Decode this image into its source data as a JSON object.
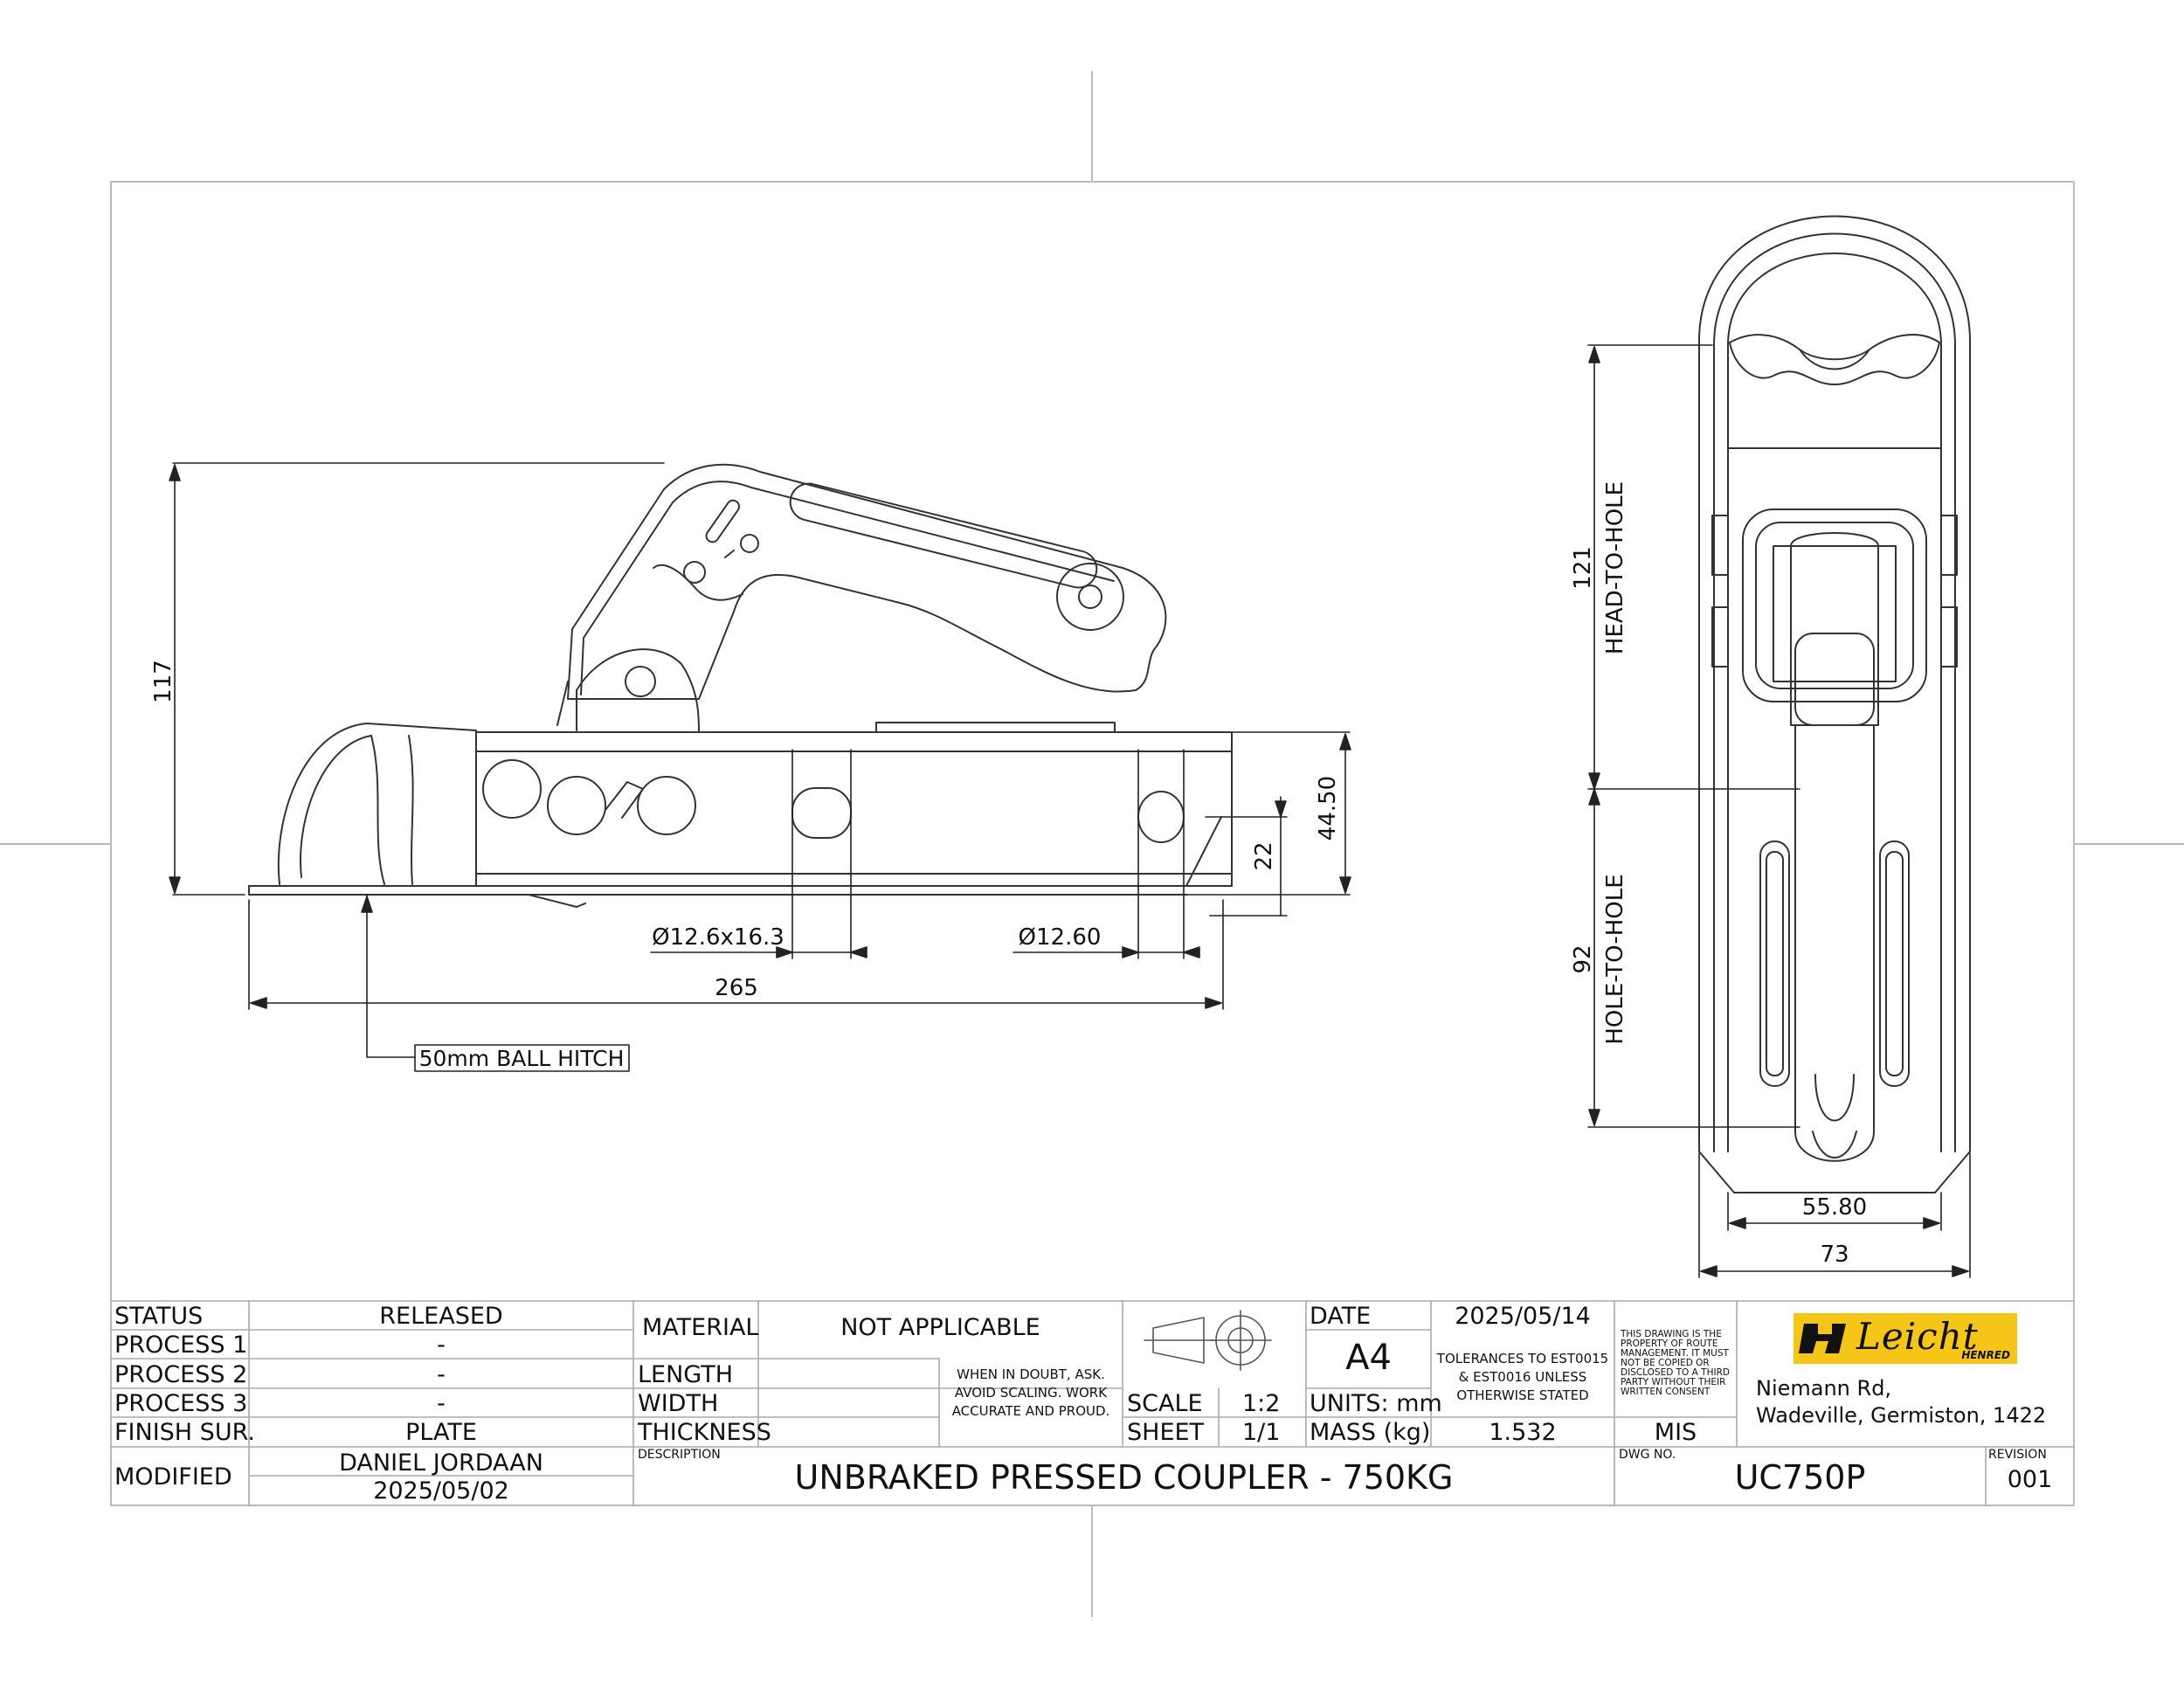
{
  "drawing": {
    "dimensions": {
      "overall_height": "117",
      "overall_length": "265",
      "body_height": "44.50",
      "hole_height": "22",
      "slot_hole": "Ø12.6x16.3",
      "round_hole": "Ø12.60",
      "head_to_hole_value": "121",
      "head_to_hole_label": "HEAD-TO-HOLE",
      "hole_to_hole_value": "92",
      "hole_to_hole_label": "HOLE-TO-HOLE",
      "inner_width": "55.80",
      "outer_width": "73"
    },
    "callout": "50mm BALL HITCH"
  },
  "title_block": {
    "status_label": "STATUS",
    "status_value": "RELEASED",
    "process1_label": "PROCESS 1",
    "process1_value": "-",
    "process2_label": "PROCESS 2",
    "process2_value": "-",
    "process3_label": "PROCESS 3",
    "process3_value": "-",
    "finish_label": "FINISH SUR.",
    "finish_value": "PLATE",
    "modified_label": "MODIFIED",
    "modified_by": "DANIEL JORDAAN",
    "modified_date": "2025/05/02",
    "material_label": "MATERIAL",
    "material_value": "NOT APPLICABLE",
    "length_label": "LENGTH",
    "width_label": "WIDTH",
    "thickness_label": "THICKNESS",
    "doubt_note": "WHEN IN DOUBT, ASK. AVOID SCALING. WORK ACCURATE AND PROUD.",
    "scale_label": "SCALE",
    "scale_value": "1:2",
    "sheet_label": "SHEET",
    "sheet_value": "1/1",
    "date_label": "DATE",
    "date_value": "2025/05/14",
    "paper_size": "A4",
    "units": "UNITS: mm",
    "mass_label": "MASS (kg)",
    "mass_value": "1.532",
    "tolerances": "TOLERANCES TO EST0015 & EST0016 UNLESS OTHERWISE STATED",
    "property_note": "THIS DRAWING IS THE PROPERTY OF ROUTE MANAGEMENT. IT MUST NOT BE COPIED OR DISCLOSED TO A THIRD PARTY WITHOUT THEIR WRITTEN CONSENT",
    "drawn_by": "MIS",
    "logo_name": "Leicht",
    "logo_sub": "HENRED",
    "address_line1": "Niemann Rd,",
    "address_line2": "Wadeville, Germiston, 1422",
    "description_label": "DESCRIPTION",
    "description_value": "UNBRAKED PRESSED COUPLER - 750KG",
    "dwg_label": "DWG NO.",
    "dwg_value": "UC750P",
    "revision_label": "REVISION",
    "revision_value": "001"
  }
}
